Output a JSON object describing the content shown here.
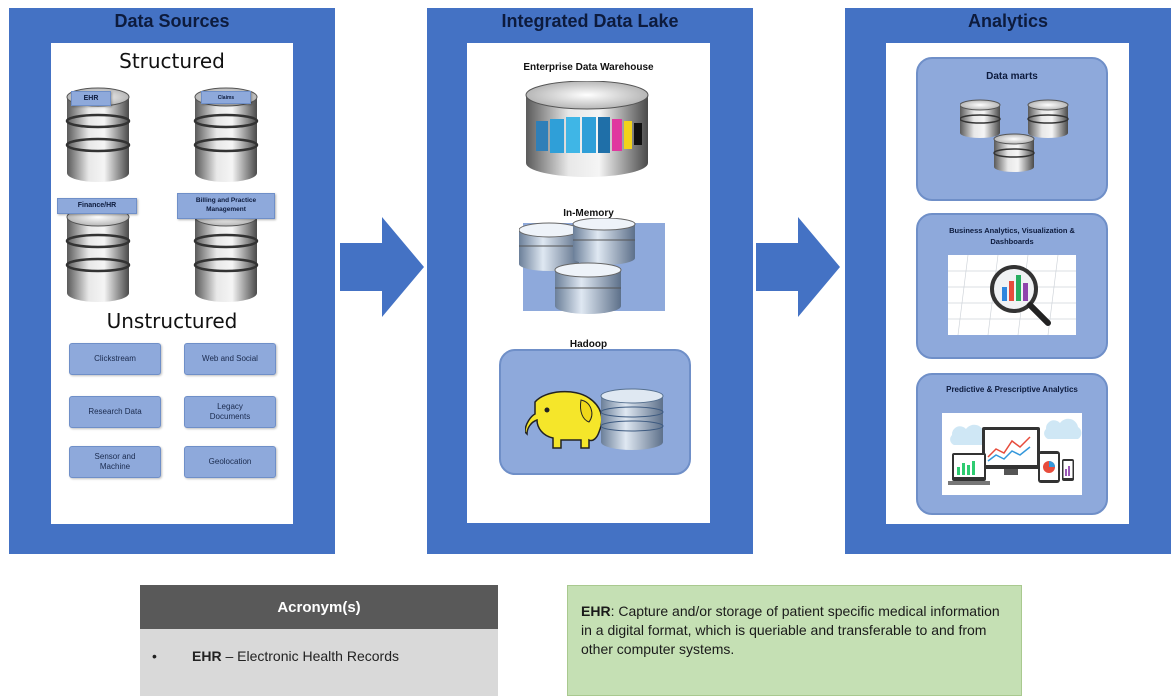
{
  "panels": {
    "sources": {
      "title": "Data Sources",
      "structured_heading": "Structured",
      "databases": [
        "EHR",
        "Claims",
        "Finance/HR",
        "Billing and Practice Management"
      ],
      "unstructured_heading": "Unstructured",
      "chips": [
        "Clickstream",
        "Web and Social",
        "Research Data",
        "Legacy Documents",
        "Sensor and Machine",
        "Geolocation"
      ]
    },
    "lake": {
      "title": "Integrated Data Lake",
      "edw_label": "Enterprise Data Warehouse",
      "memory_label": "In-Memory",
      "hadoop_label": "Hadoop"
    },
    "analytics": {
      "title": "Analytics",
      "data_marts": "Data marts",
      "business": "Business Analytics, Visualization & Dashboards",
      "predictive": "Predictive & Prescriptive Analytics"
    }
  },
  "acronyms": {
    "heading": "Acronym(s)",
    "bullet": "•",
    "term": "EHR",
    "expansion": " – Electronic Health Records"
  },
  "definition": {
    "term": "EHR",
    "text": ":  Capture and/or storage of patient specific medical information in a digital format, which is queriable and transferable to and from other computer systems."
  },
  "colors": {
    "panel": "#4472c4",
    "chip": "#8ea9db",
    "acronym_header": "#595959",
    "definition_bg": "#c5e0b4"
  }
}
